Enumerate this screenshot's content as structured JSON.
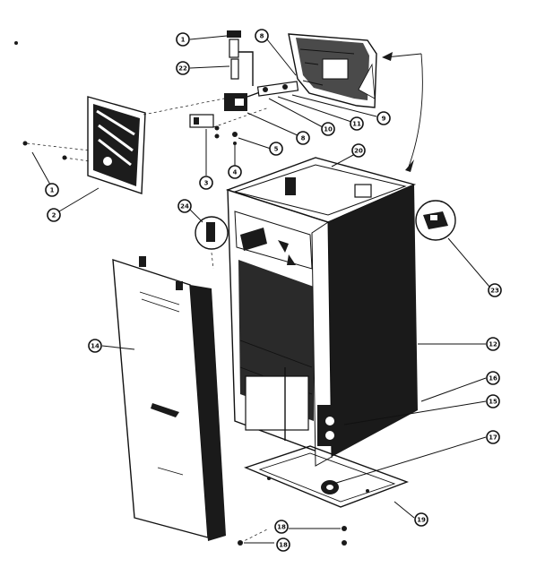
{
  "callouts": [
    {
      "id": "c1a",
      "label": "1"
    },
    {
      "id": "c22",
      "label": "22"
    },
    {
      "id": "c8a",
      "label": "8"
    },
    {
      "id": "c9",
      "label": "9"
    },
    {
      "id": "c11",
      "label": "11"
    },
    {
      "id": "c10",
      "label": "10"
    },
    {
      "id": "c8b",
      "label": "8"
    },
    {
      "id": "c3",
      "label": "3"
    },
    {
      "id": "c4",
      "label": "4"
    },
    {
      "id": "c5",
      "label": "5"
    },
    {
      "id": "c1b",
      "label": "1"
    },
    {
      "id": "c2",
      "label": "2"
    },
    {
      "id": "c20",
      "label": "20"
    },
    {
      "id": "c24",
      "label": "24"
    },
    {
      "id": "c23",
      "label": "23"
    },
    {
      "id": "c14",
      "label": "14"
    },
    {
      "id": "c12",
      "label": "12"
    },
    {
      "id": "c16",
      "label": "16"
    },
    {
      "id": "c15",
      "label": "15"
    },
    {
      "id": "c17",
      "label": "17"
    },
    {
      "id": "c19",
      "label": "19"
    },
    {
      "id": "c18a",
      "label": "18"
    },
    {
      "id": "c18b",
      "label": "18"
    }
  ]
}
